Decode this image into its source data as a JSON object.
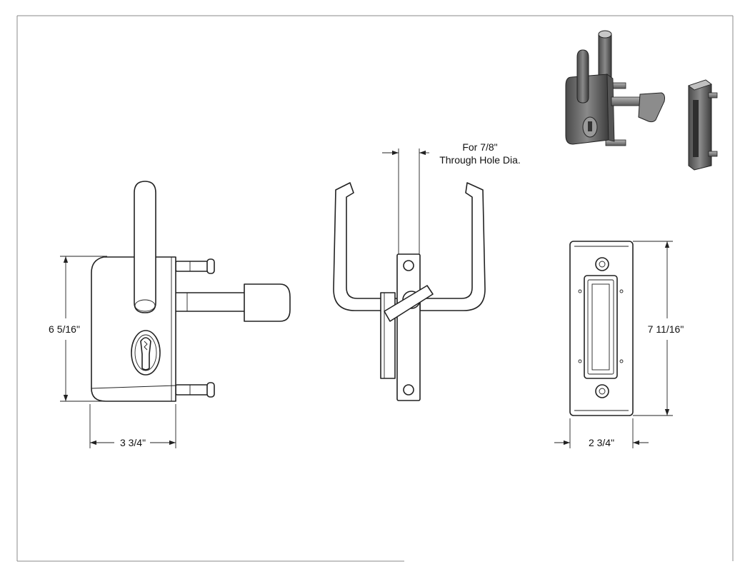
{
  "drawing": {
    "dimensions": {
      "lock_height": "6 5/16\"",
      "lock_width": "3 3/4\"",
      "hole_line1": "For 7/8\"",
      "hole_line2": "Through Hole Dia.",
      "keeper_height": "7 11/16\"",
      "keeper_width": "2 3/4\""
    }
  }
}
